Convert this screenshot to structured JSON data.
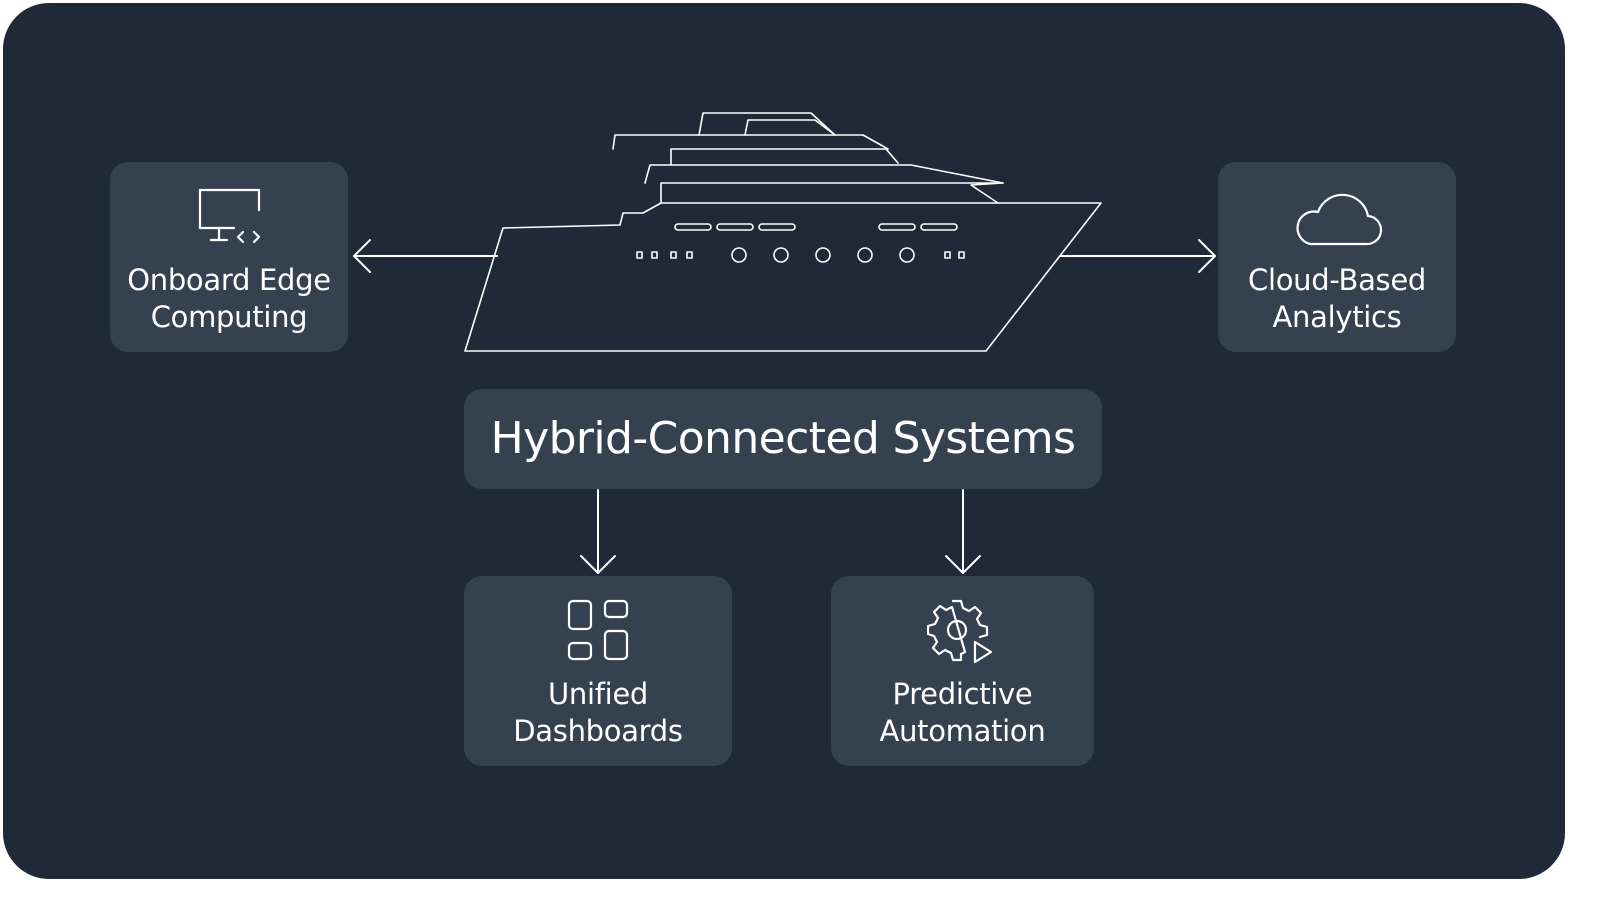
{
  "diagram": {
    "title": "Hybrid-Connected Systems",
    "nodes": {
      "edge": {
        "label": "Onboard Edge\nComputing",
        "icon": "monitor-code-icon"
      },
      "cloud": {
        "label": "Cloud-Based\nAnalytics",
        "icon": "cloud-icon"
      },
      "dashboards": {
        "label": "Unified\nDashboards",
        "icon": "dashboard-grid-icon"
      },
      "automation": {
        "label": "Predictive\nAutomation",
        "icon": "gear-play-icon"
      }
    },
    "center_graphic": "yacht-outline",
    "colors": {
      "background": "#1f2937",
      "card": "#364150",
      "line": "#ffffff"
    }
  }
}
